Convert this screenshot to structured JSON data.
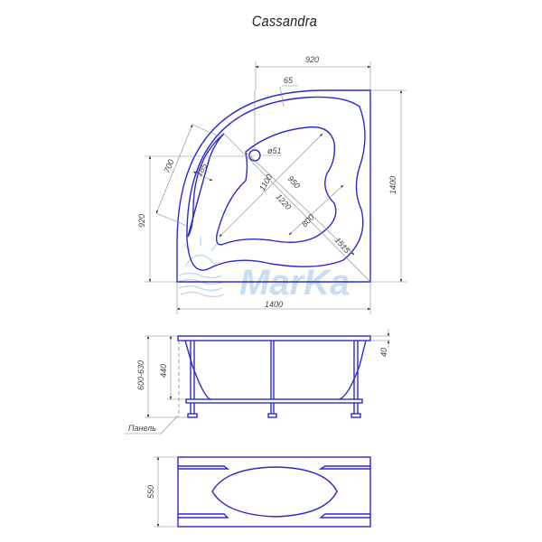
{
  "title": "Cassandra",
  "watermark": {
    "text": "MarKa",
    "color": "#b8d4ec"
  },
  "colors": {
    "outline": "#2a2ad0",
    "dimension": "#888888",
    "text": "#333333"
  },
  "top_view": {
    "dimensions": {
      "top_width": "920",
      "rim_width": "65",
      "drain_diameter": "ø51",
      "left_height": "920",
      "seat_length": "700",
      "seat_width": "185",
      "inner_diag_1100": "1100",
      "inner_diag_950": "950",
      "inner_diag_1220": "1220",
      "inner_diag_800": "800",
      "outer_diag": "1515",
      "bottom_width": "1400",
      "right_height": "1400"
    }
  },
  "side_view": {
    "dimensions": {
      "total_height": "600-630",
      "bath_depth": "440",
      "rim_thickness": "40"
    },
    "panel_label": "Панель"
  },
  "panel_view": {
    "dimensions": {
      "panel_height": "550"
    }
  }
}
